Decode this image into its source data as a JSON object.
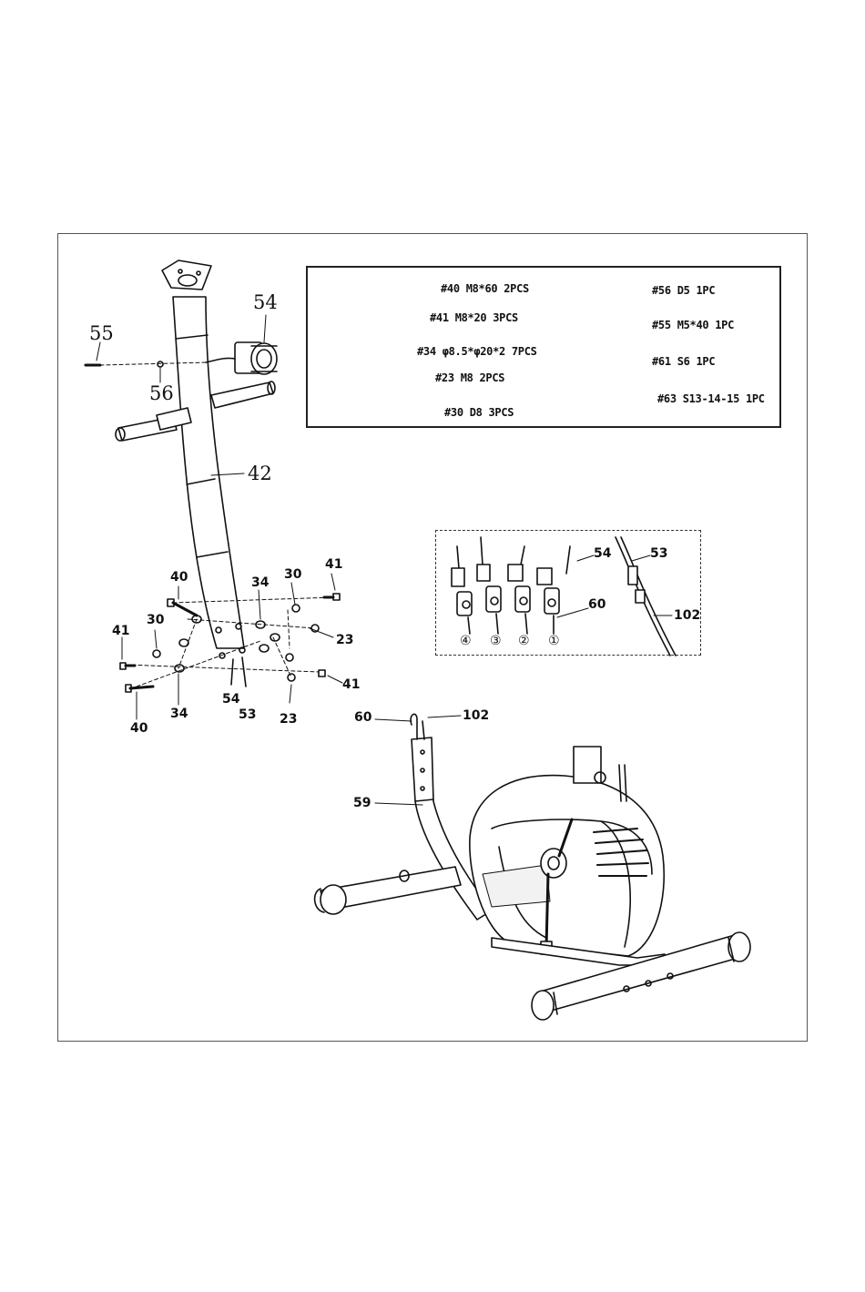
{
  "hardware_list": [
    {
      "text": "#40 M8*60 2PCS",
      "icon": "long-bolt-icon"
    },
    {
      "text": "#41 M8*20 3PCS",
      "icon": "short-bolt-icon"
    },
    {
      "text": "#34 φ8.5*φ20*2 7PCS",
      "icon": "curved-washer-icon"
    },
    {
      "text": "#23 M8  2PCS",
      "icon": "nut-icon"
    },
    {
      "text": "#30 D8 3PCS",
      "icon": "flat-washer-icon"
    },
    {
      "text": "#56 D5 1PC",
      "icon": "small-washer-icon"
    },
    {
      "text": "#55 M5*40 1PC",
      "icon": "screw-icon"
    },
    {
      "text": "#61 S6  1PC",
      "icon": "allen-key-icon"
    },
    {
      "text": "#63 S13-14-15 1PC",
      "icon": "spanner-icon"
    }
  ],
  "callouts": {
    "c55": "55",
    "c56": "56",
    "c54_top": "54",
    "c42": "42",
    "c40_upper": "40",
    "c34_upper": "34",
    "c30_upper": "30",
    "c41_upper": "41",
    "c41_left": "41",
    "c30_left": "30",
    "c23_right": "23",
    "c41_right": "41",
    "c40_lower": "40",
    "c34_lower": "34",
    "c54_lower": "54",
    "c53_lower": "53",
    "c23_lower": "23",
    "c60": "60",
    "c102": "102",
    "c59": "59"
  },
  "detail": {
    "c54": "54",
    "c53": "53",
    "c60": "60",
    "c102": "102",
    "steps": [
      "④",
      "③",
      "②",
      "①"
    ]
  }
}
